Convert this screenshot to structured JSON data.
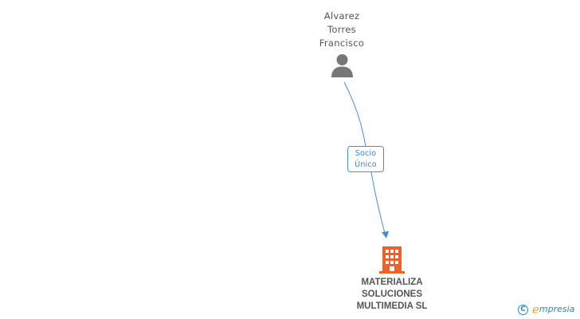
{
  "person": {
    "name_lines": [
      "Alvarez",
      "Torres",
      "Francisco"
    ],
    "icon": "person-icon"
  },
  "relation": {
    "label_lines": [
      "Socio",
      "Único"
    ],
    "edge_color": "#4a8ad8"
  },
  "company": {
    "name_lines": [
      "MATERIALIZA",
      "SOLUCIONES",
      "MULTIMEDIA SL"
    ],
    "icon": "building-icon",
    "icon_color": "#f0602c"
  },
  "brand": {
    "copyright_symbol": "C",
    "initial": "e",
    "rest": "mpresia"
  }
}
